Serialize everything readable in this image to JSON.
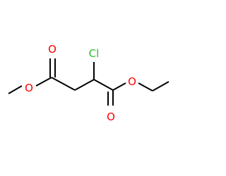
{
  "molecule": {
    "atoms": {
      "chlorine": {
        "symbol": "Cl",
        "color": "#2fb82f"
      },
      "oxygen_ester_left": {
        "symbol": "O",
        "color": "#ff0000"
      },
      "oxygen_carbonyl_left": {
        "symbol": "O",
        "color": "#ff0000"
      },
      "oxygen_ester_right": {
        "symbol": "O",
        "color": "#ff0000"
      },
      "oxygen_carbonyl_right": {
        "symbol": "O",
        "color": "#ff0000"
      }
    },
    "bond_color": "#000000"
  }
}
